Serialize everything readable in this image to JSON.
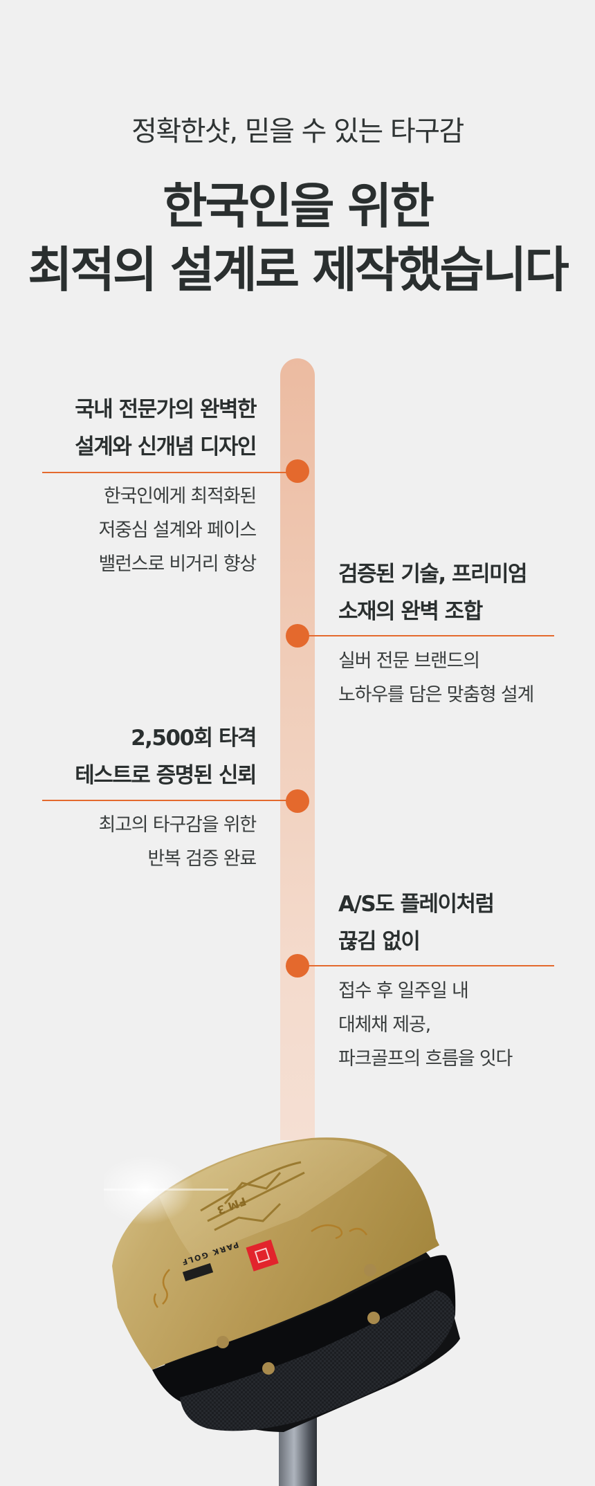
{
  "header": {
    "eyebrow": "정확한샷, 믿을 수 있는 타구감",
    "headline_line1": "한국인을 위한",
    "headline_line2": "최적의 설계로 제작했습니다"
  },
  "timeline": {
    "accent_color": "#e4692d",
    "bar_color": "#ecbba1",
    "items": [
      {
        "side": "left",
        "title": [
          "국내 전문가의 완벽한",
          "설계와 신개념 디자인"
        ],
        "desc": [
          "한국인에게 최적화된",
          "저중심 설계와 페이스",
          "밸런스로 비거리 향상"
        ]
      },
      {
        "side": "right",
        "title": [
          "검증된 기술, 프리미엄",
          "소재의 완벽 조합"
        ],
        "desc": [
          "실버 전문 브랜드의",
          "노하우를 담은 맞춤형 설계"
        ]
      },
      {
        "side": "left",
        "title": [
          "2,500회 타격",
          "테스트로 증명된 신뢰"
        ],
        "desc": [
          "최고의 타구감을 위한",
          "반복 검증 완료"
        ]
      },
      {
        "side": "right",
        "title": [
          "A/S도 플레이처럼",
          "끊김 없이"
        ],
        "desc": [
          "접수 후 일주일 내",
          "대체채 제공,",
          "파크골프의 흐름을 잇다"
        ]
      }
    ]
  },
  "product": {
    "head_badge": "FM 3",
    "brand_text": "PARK GOLF"
  }
}
